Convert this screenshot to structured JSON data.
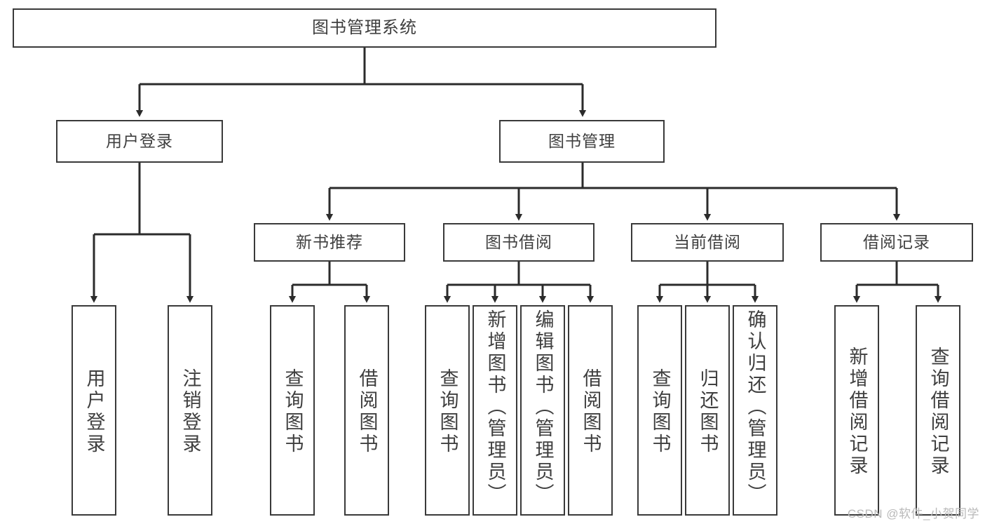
{
  "diagram": {
    "type": "tree",
    "title": "图书管理系统",
    "watermark": "CSDN @软件_小贺同学",
    "colors": {
      "box_stroke": "#3a3a3a",
      "box_fill": "#ffffff",
      "edge_stroke": "#2b2b2b",
      "text": "#3f3f3f",
      "watermark": "#b9b9b9",
      "background": "#ffffff"
    },
    "levels": {
      "root": {
        "label": "图书管理系统"
      },
      "level2": [
        {
          "id": "user-login",
          "label": "用户登录"
        },
        {
          "id": "book-management",
          "label": "图书管理"
        }
      ],
      "level3": [
        {
          "id": "new-book-recommend",
          "label": "新书推荐",
          "parent": "book-management"
        },
        {
          "id": "book-borrow",
          "label": "图书借阅",
          "parent": "book-management"
        },
        {
          "id": "current-borrow",
          "label": "当前借阅",
          "parent": "book-management"
        },
        {
          "id": "borrow-record",
          "label": "借阅记录",
          "parent": "book-management"
        }
      ],
      "leaves": [
        {
          "id": "leaf-user-login",
          "label": "用户登录",
          "parent": "user-login",
          "align": "center"
        },
        {
          "id": "leaf-logout-login",
          "label": "注销登录",
          "parent": "user-login",
          "align": "center"
        },
        {
          "id": "leaf-query-book-1",
          "label": "查询图书",
          "parent": "new-book-recommend",
          "align": "center"
        },
        {
          "id": "leaf-borrow-book-1",
          "label": "借阅图书",
          "parent": "new-book-recommend",
          "align": "center"
        },
        {
          "id": "leaf-query-book-2",
          "label": "查询图书",
          "parent": "book-borrow",
          "align": "center"
        },
        {
          "id": "leaf-add-book-admin",
          "label": "新增图书（管理员）",
          "parent": "book-borrow",
          "align": "top"
        },
        {
          "id": "leaf-edit-book-admin",
          "label": "编辑图书（管理员）",
          "parent": "book-borrow",
          "align": "top"
        },
        {
          "id": "leaf-borrow-book-2",
          "label": "借阅图书",
          "parent": "book-borrow",
          "align": "center"
        },
        {
          "id": "leaf-query-book-3",
          "label": "查询图书",
          "parent": "current-borrow",
          "align": "center"
        },
        {
          "id": "leaf-return-book",
          "label": "归还图书",
          "parent": "current-borrow",
          "align": "center"
        },
        {
          "id": "leaf-confirm-return-admin",
          "label": "确认归还（管理员）",
          "parent": "current-borrow",
          "align": "top"
        },
        {
          "id": "leaf-add-borrow-record",
          "label": "新增借阅记录",
          "parent": "borrow-record",
          "align": "center"
        },
        {
          "id": "leaf-query-borrow-record",
          "label": "查询借阅记录",
          "parent": "borrow-record",
          "align": "center"
        }
      ]
    }
  }
}
